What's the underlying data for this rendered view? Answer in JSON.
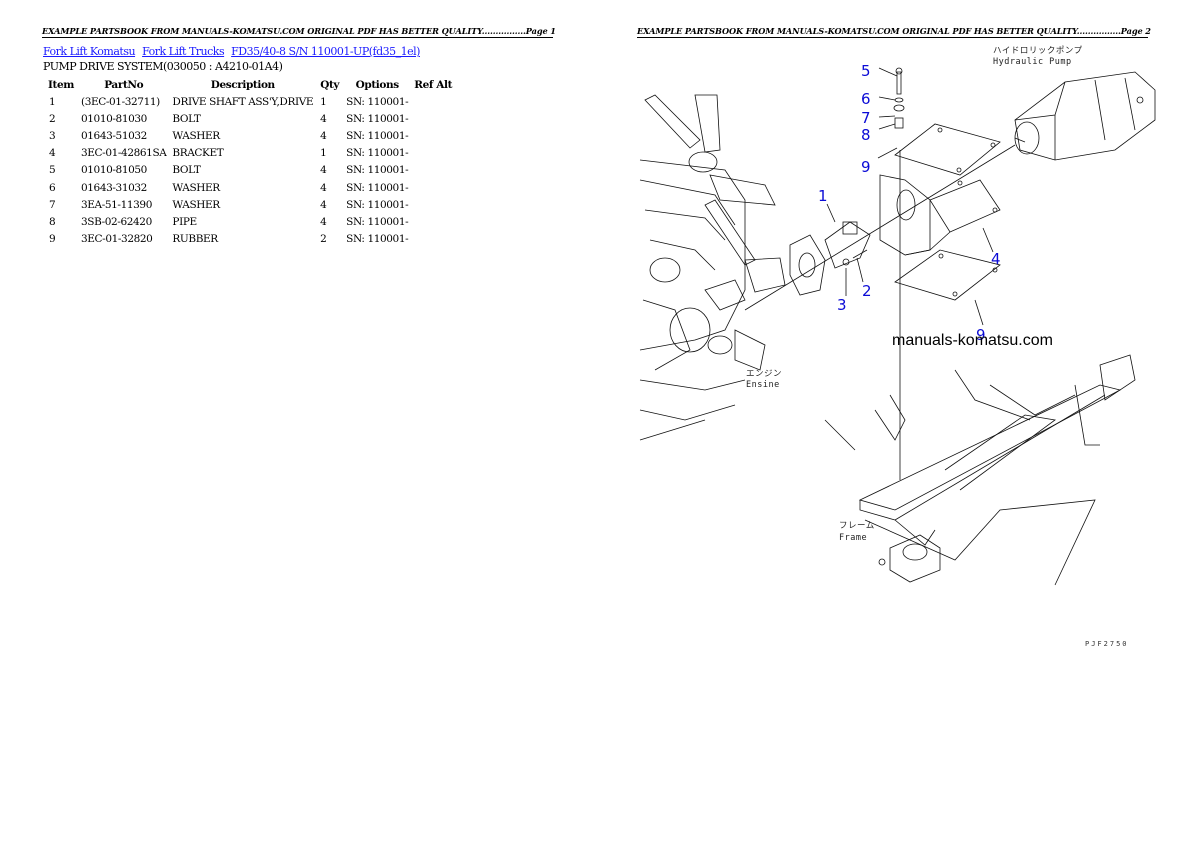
{
  "pages": [
    {
      "header": "EXAMPLE PARTSBOOK FROM MANUALS-KOMATSU.COM ORIGINAL PDF HAS BETTER QUALITY................Page 1",
      "breadcrumb": [
        {
          "label": "Fork Lift Komatsu"
        },
        {
          "label": "Fork Lift Trucks"
        },
        {
          "label": "FD35/40-8 S/N 110001-UP(fd35_1el)"
        }
      ],
      "section_title": "PUMP DRIVE SYSTEM(030050 : A4210-01A4)",
      "table": {
        "columns": [
          "Item",
          "PartNo",
          "Description",
          "Qty",
          "Options",
          "Ref Alt"
        ],
        "rows": [
          {
            "item": "1",
            "partno": "(3EC-01-32711)",
            "description": "DRIVE SHAFT ASS'Y,DRIVE",
            "qty": "1",
            "options": "SN: 110001-",
            "ref_alt": ""
          },
          {
            "item": "2",
            "partno": "01010-81030",
            "description": "BOLT",
            "qty": "4",
            "options": "SN: 110001-",
            "ref_alt": ""
          },
          {
            "item": "3",
            "partno": "01643-51032",
            "description": "WASHER",
            "qty": "4",
            "options": "SN: 110001-",
            "ref_alt": ""
          },
          {
            "item": "4",
            "partno": "3EC-01-42861SA",
            "description": "BRACKET",
            "qty": "1",
            "options": "SN: 110001-",
            "ref_alt": ""
          },
          {
            "item": "5",
            "partno": "01010-81050",
            "description": "BOLT",
            "qty": "4",
            "options": "SN: 110001-",
            "ref_alt": ""
          },
          {
            "item": "6",
            "partno": "01643-31032",
            "description": "WASHER",
            "qty": "4",
            "options": "SN: 110001-",
            "ref_alt": ""
          },
          {
            "item": "7",
            "partno": "3EA-51-11390",
            "description": "WASHER",
            "qty": "4",
            "options": "SN: 110001-",
            "ref_alt": ""
          },
          {
            "item": "8",
            "partno": "3SB-02-62420",
            "description": "PIPE",
            "qty": "4",
            "options": "SN: 110001-",
            "ref_alt": ""
          },
          {
            "item": "9",
            "partno": "3EC-01-32820",
            "description": "RUBBER",
            "qty": "2",
            "options": "SN: 110001-",
            "ref_alt": ""
          }
        ]
      }
    },
    {
      "header": "EXAMPLE PARTSBOOK FROM MANUALS-KOMATSU.COM ORIGINAL PDF HAS BETTER QUALITY................Page 2",
      "diagram": {
        "callouts": [
          "5",
          "6",
          "7",
          "8",
          "9",
          "1",
          "4",
          "2",
          "3",
          "9"
        ],
        "watermark": "manuals-komatsu.com",
        "labels": {
          "pump_jp": "ハイドロリックポンプ",
          "pump_en": "Hydraulic Pump",
          "engine_jp": "エンジン",
          "engine_en": "Ensine",
          "frame_jp": "フレーム",
          "frame_en": "Frame"
        },
        "figure_code": "PJF2750"
      }
    }
  ],
  "colors": {
    "link": "#1a1aff",
    "callout": "#0b0bd6"
  }
}
